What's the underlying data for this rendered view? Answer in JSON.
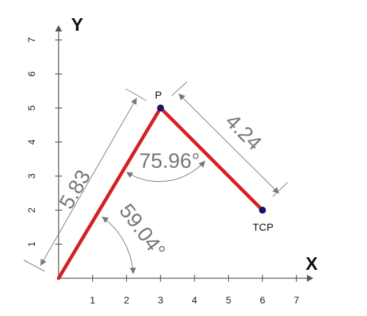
{
  "axes": {
    "x_label": "X",
    "y_label": "Y",
    "x_ticks": [
      "1",
      "2",
      "3",
      "4",
      "5",
      "6",
      "7"
    ],
    "y_ticks": [
      "1",
      "2",
      "3",
      "4",
      "5",
      "6",
      "7"
    ]
  },
  "points": {
    "origin": [
      0,
      0
    ],
    "P": {
      "label": "P",
      "coords": [
        3,
        5
      ]
    },
    "TCP": {
      "label": "TCP",
      "coords": [
        6,
        2
      ]
    }
  },
  "dimensions": {
    "link1_length": "5.83",
    "link2_length": "4.24",
    "base_angle": "59.04°",
    "joint_angle": "75.96°"
  },
  "colors": {
    "arm": "#d42121",
    "joint": "#15156b",
    "dimension": "#777777"
  }
}
